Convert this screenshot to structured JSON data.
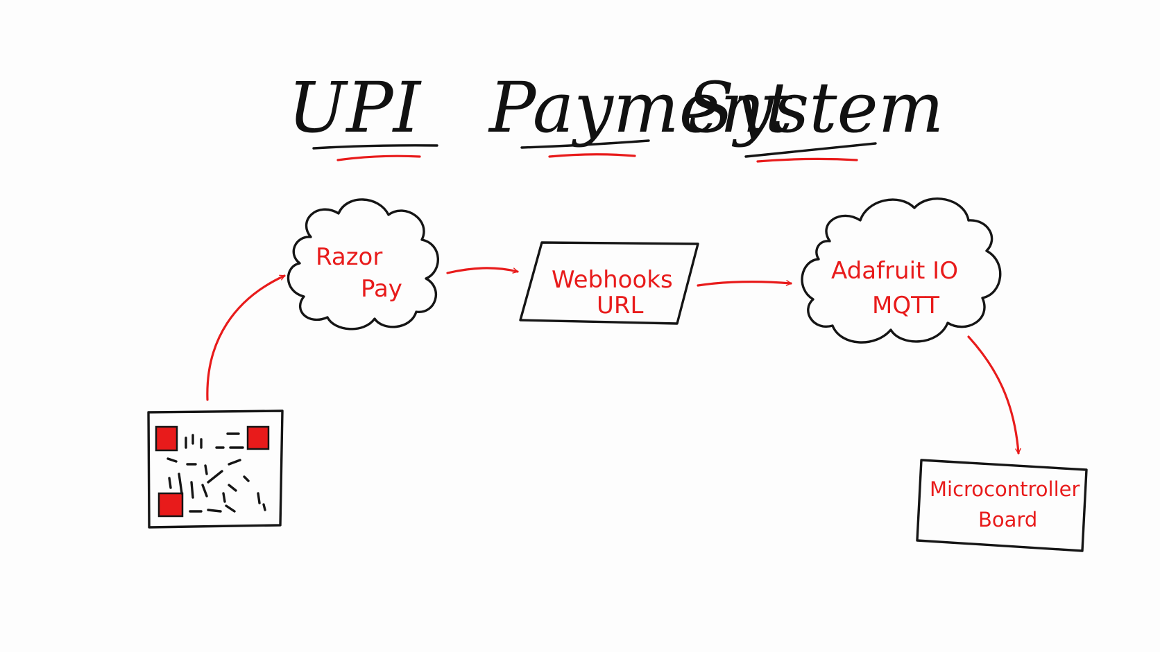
{
  "title": {
    "word1": "UPI",
    "word2": "Payment",
    "word3": "System"
  },
  "nodes": {
    "razorpay": {
      "line1": "Razor",
      "line2": "Pay"
    },
    "webhooks": {
      "line1": "Webhooks",
      "line2": "URL"
    },
    "adafruit": {
      "line1": "Adafruit IO",
      "line2": "MQTT"
    },
    "microcontroller": {
      "line1": "Microcontroller",
      "line2": "Board"
    }
  },
  "colors": {
    "ink": "#151515",
    "accent": "#e81b1b",
    "background": "#fdfdfd"
  }
}
